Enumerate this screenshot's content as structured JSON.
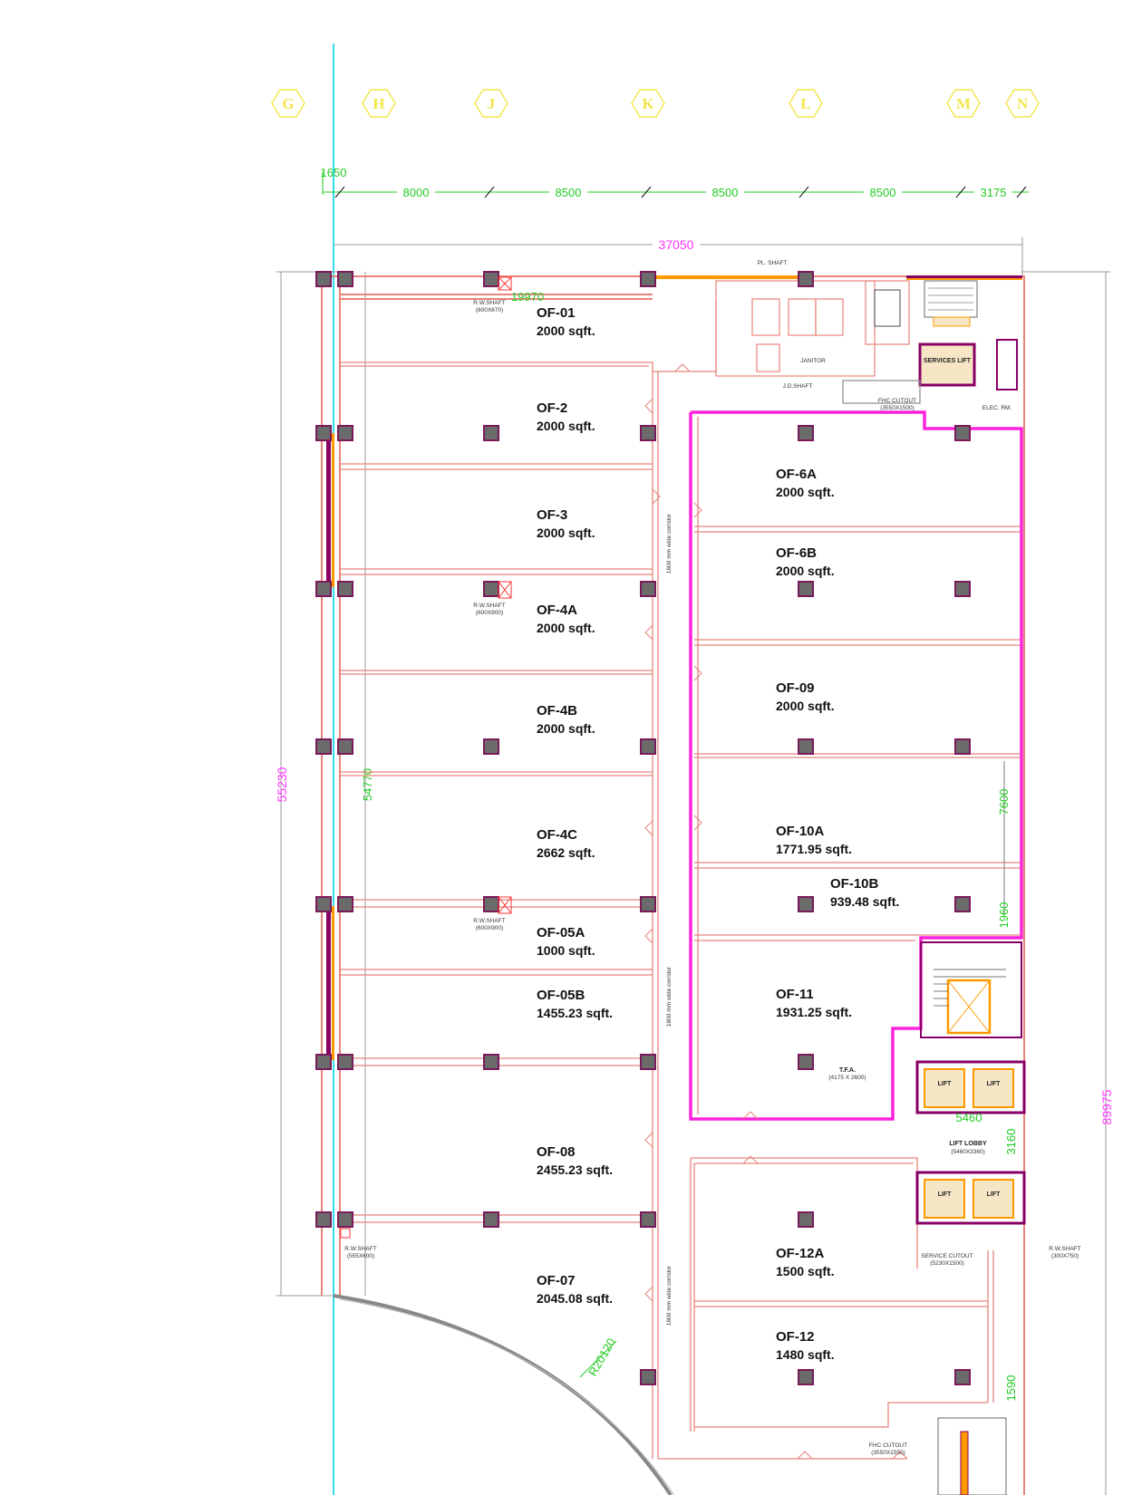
{
  "grid_labels": [
    "G",
    "H",
    "J",
    "K",
    "L",
    "M",
    "N"
  ],
  "top_dims": {
    "d0": "1650",
    "d1": "8000",
    "d2": "8500",
    "d3": "8500",
    "d4": "8500",
    "d5": "3175",
    "overall": "37050",
    "inner_top": "19970"
  },
  "side_dims": {
    "left_outer": "55230",
    "left_inner": "54770",
    "right_outer": "89975",
    "r1": "7600",
    "r2": "1960",
    "r3": "3160",
    "r4": "5460",
    "r5": "1590",
    "arc": "R20120"
  },
  "units": [
    {
      "name": "OF-01",
      "area": "2000 sqft."
    },
    {
      "name": "OF-2",
      "area": "2000 sqft."
    },
    {
      "name": "OF-3",
      "area": "2000 sqft."
    },
    {
      "name": "OF-4A",
      "area": "2000 sqft."
    },
    {
      "name": "OF-4B",
      "area": "2000 sqft."
    },
    {
      "name": "OF-4C",
      "area": "2662 sqft."
    },
    {
      "name": "OF-05A",
      "area": "1000 sqft."
    },
    {
      "name": "OF-05B",
      "area": "1455.23 sqft."
    },
    {
      "name": "OF-08",
      "area": "2455.23 sqft."
    },
    {
      "name": "OF-07",
      "area": "2045.08 sqft."
    },
    {
      "name": "OF-6A",
      "area": "2000 sqft."
    },
    {
      "name": "OF-6B",
      "area": "2000 sqft."
    },
    {
      "name": "OF-09",
      "area": "2000 sqft."
    },
    {
      "name": "OF-10A",
      "area": "1771.95  sqft."
    },
    {
      "name": "OF-10B",
      "area": "939.48  sqft."
    },
    {
      "name": "OF-11",
      "area": "1931.25 sqft."
    },
    {
      "name": "OF-12A",
      "area": "1500 sqft."
    },
    {
      "name": "OF-12",
      "area": "1480 sqft."
    }
  ],
  "notes": {
    "rw_shaft_1": "R.W.SHAFT",
    "rw_shaft_1_size": "(600X670)",
    "rw_shaft_2": "R.W.SHAFT",
    "rw_shaft_2_size": "(600X900)",
    "rw_shaft_3": "R.W.SHAFT",
    "rw_shaft_3_size": "(600X900)",
    "rw_shaft_4": "R.W.SHAFT",
    "rw_shaft_4_size": "(555X600)",
    "rw_shaft_5": "R.W.SHAFT",
    "rw_shaft_5_size": "(300X750)",
    "corridor_1": "1800 mm wide corridor",
    "corridor_2": "1800 mm wide corridor",
    "corridor_3": "1800 mm wide corridor",
    "fhc_cutout_1": "FHC CUTOUT",
    "fhc_cutout_1_size": "(3550X1500)",
    "fhc_cutout_2": "FHC CUTOUT",
    "fhc_cutout_2_size": "(3550X1550)",
    "elec_rm": "ELEC. RM.",
    "lift_lobby": "LIFT LOBBY",
    "lift_lobby_size": "(5460X3360)",
    "service_cutout": "SERVICE CUTOUT",
    "service_cutout_size": "(5230X1500)",
    "tfa": "T.F.A.",
    "tfa_size": "(4175 X 2600)",
    "lift": "LIFT",
    "services_lift": "SERVICES LIFT",
    "janitor": "JANITOR",
    "jd_shaft": "J.D.SHAFT",
    "plumbing_shaft": "PL. SHAFT"
  }
}
